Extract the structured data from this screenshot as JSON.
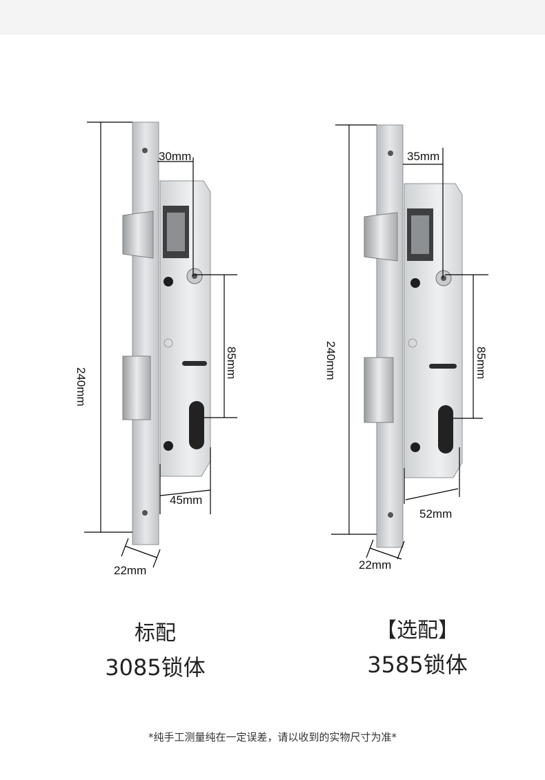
{
  "lock_left": {
    "backset": "30mm",
    "center_distance": "85mm",
    "height": "240mm",
    "body_width": "45mm",
    "faceplate_width": "22mm",
    "caption_line1": "标配",
    "caption_line2": "3085锁体"
  },
  "lock_right": {
    "backset": "35mm",
    "center_distance": "85mm",
    "height": "240mm",
    "body_width": "52mm",
    "faceplate_width": "22mm",
    "caption_line1": "【选配】",
    "caption_line2": "3585锁体"
  },
  "footnote": "*纯手工测量纯在一定误差，请以收到的实物尺寸为准*"
}
